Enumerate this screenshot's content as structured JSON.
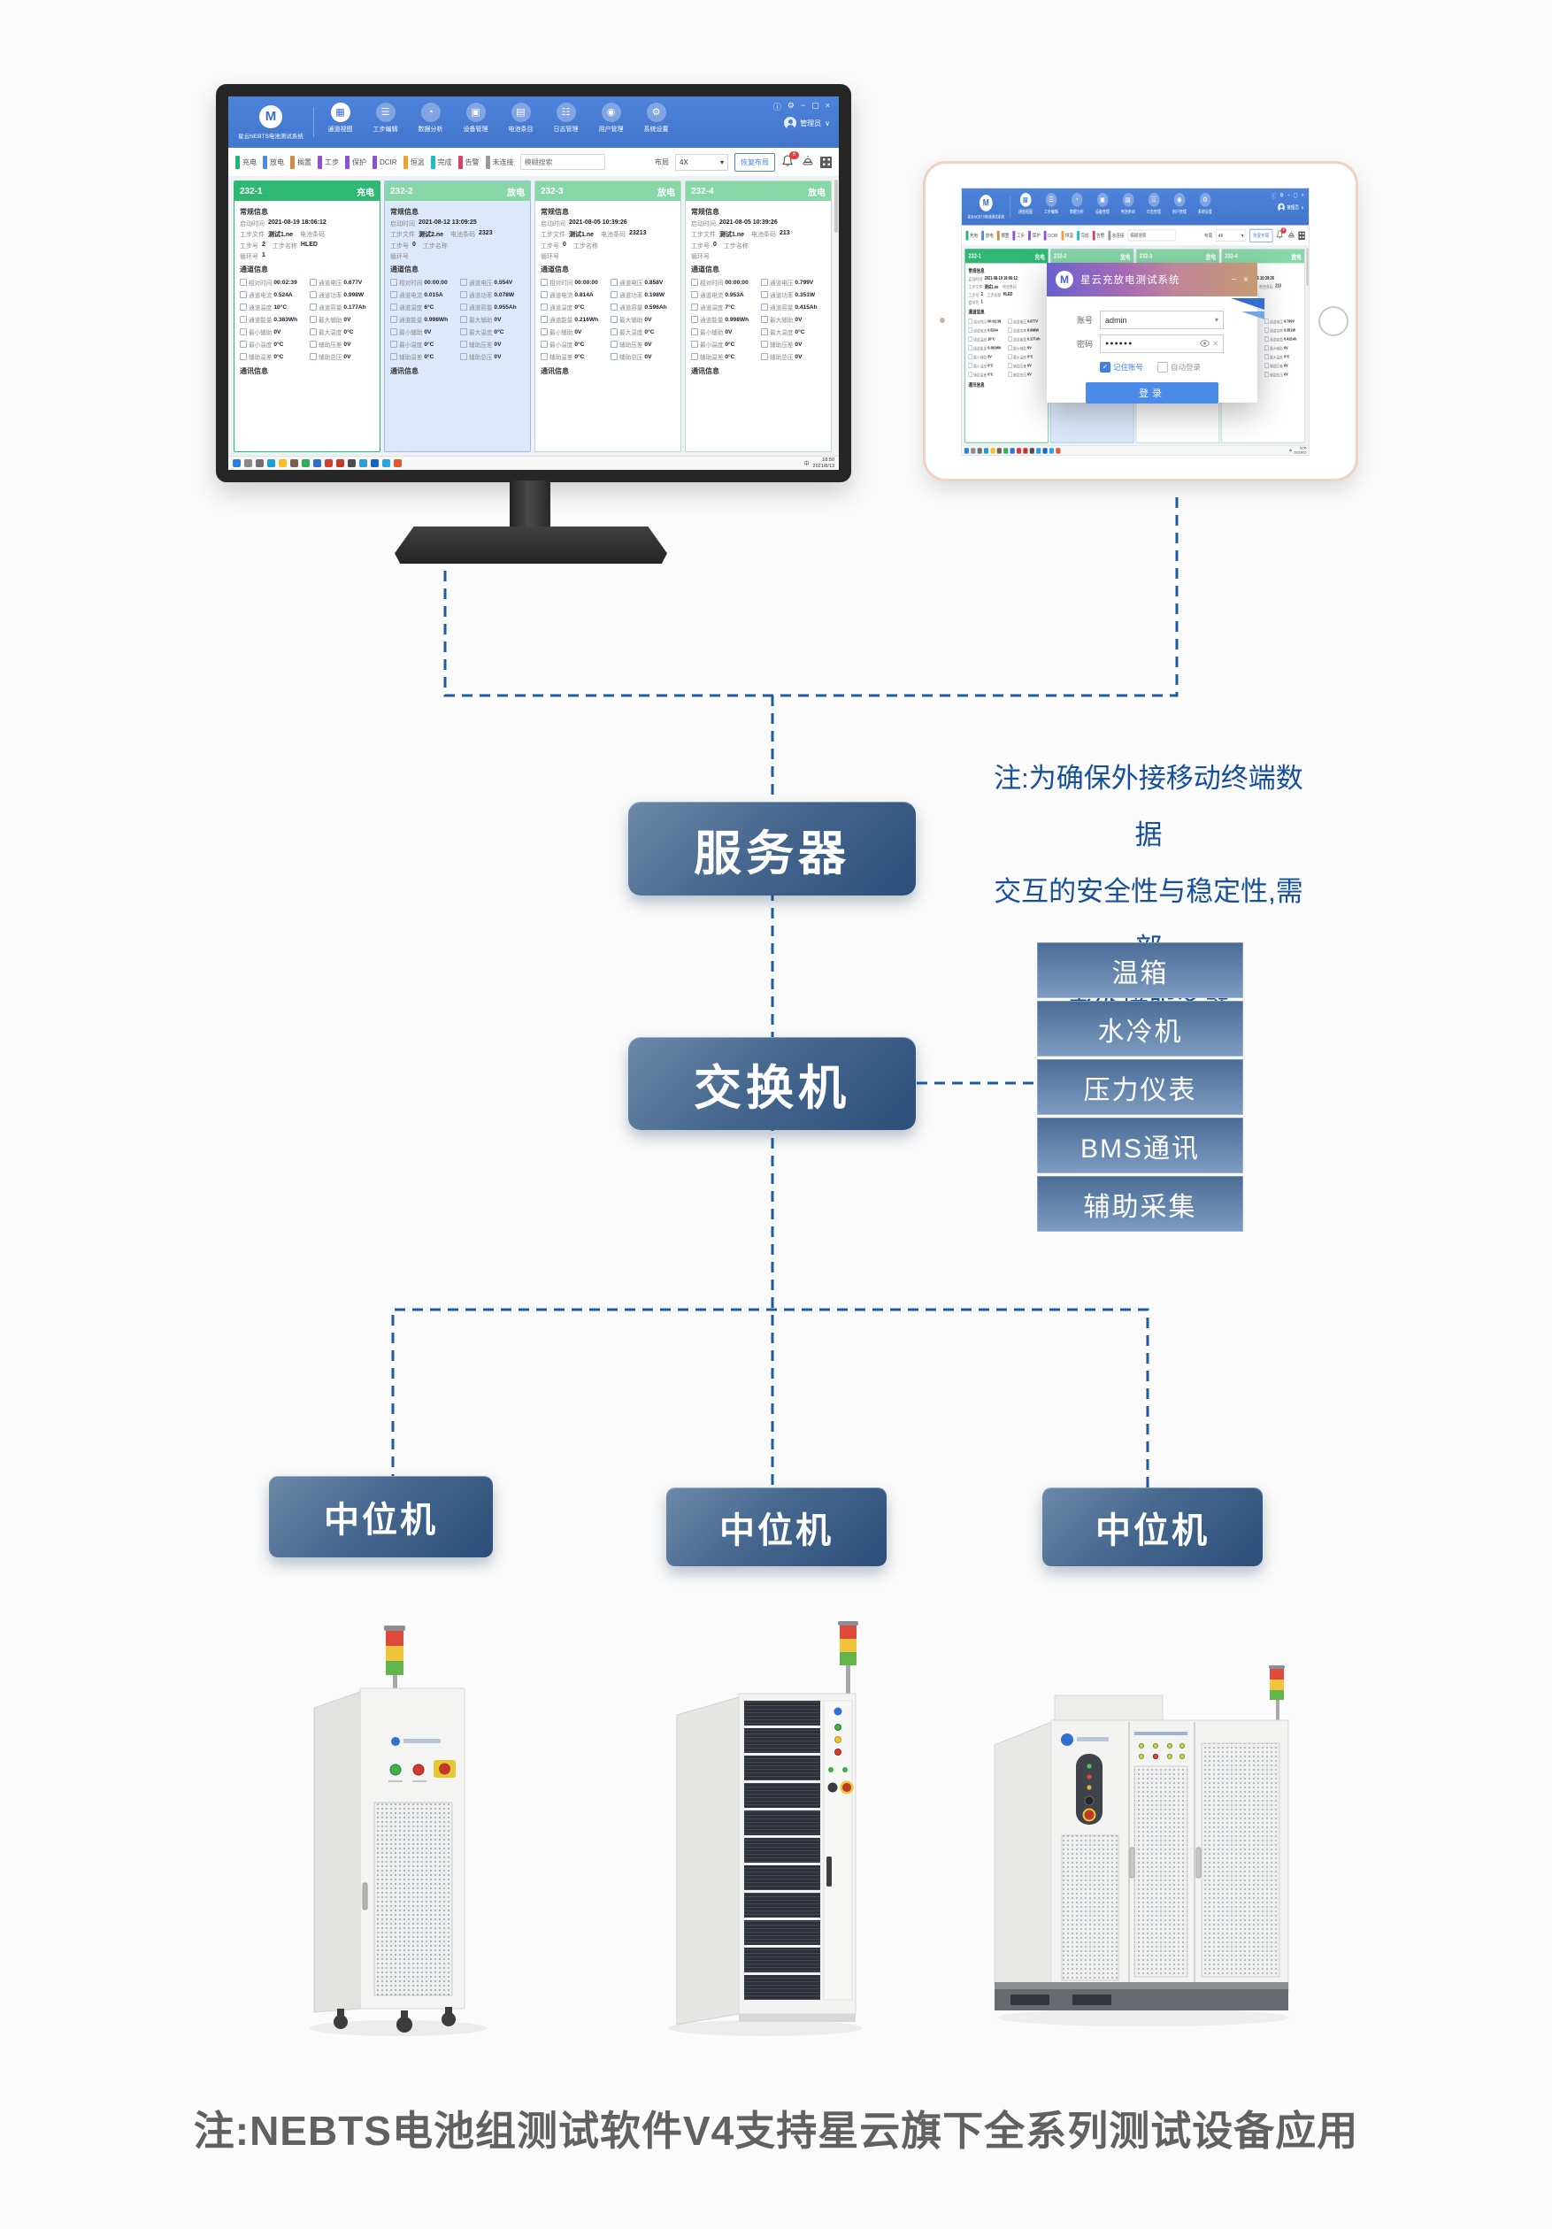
{
  "notes": {
    "server_note_lines": [
      "注:为确保外接移动终端数据",
      "交互的安全性与稳定性,需部",
      "署外接服务器"
    ],
    "bottom_note": "注:NEBTS电池组测试软件V4支持星云旗下全系列测试设备应用"
  },
  "flow": {
    "server": "服务器",
    "switch": "交换机",
    "peripherals": [
      "温箱",
      "水冷机",
      "压力仪表",
      "BMS通讯",
      "辅助采集"
    ],
    "mid_machines": [
      "中位机",
      "中位机",
      "中位机"
    ],
    "connector_color": "#1c5ba6"
  },
  "app": {
    "brand": "星云NEBTS电池测试系统",
    "logo_letter": "M",
    "user": "管理员",
    "window_controls": [
      "info",
      "settings",
      "minimize",
      "maximize",
      "close"
    ],
    "nav": [
      {
        "label": "通道视图",
        "icon": "channel-view",
        "active": true
      },
      {
        "label": "工步编辑",
        "icon": "step-edit"
      },
      {
        "label": "数据分析",
        "icon": "data-analysis"
      },
      {
        "label": "设备管理",
        "icon": "device-manage"
      },
      {
        "label": "电池条目",
        "icon": "battery-entry"
      },
      {
        "label": "日志管理",
        "icon": "log-manage"
      },
      {
        "label": "用户管理",
        "icon": "user-manage"
      },
      {
        "label": "系统设置",
        "icon": "system-settings"
      }
    ],
    "legend": [
      {
        "label": "充电",
        "color": "#22b573"
      },
      {
        "label": "放电",
        "color": "#4f8ae8"
      },
      {
        "label": "搁置",
        "color": "#cf8a3d"
      },
      {
        "label": "工步",
        "color": "#8f4fd6"
      },
      {
        "label": "保护",
        "color": "#8f4fd6"
      },
      {
        "label": "DCIR",
        "color": "#8f4fd6"
      },
      {
        "label": "恒温",
        "color": "#f0a02c"
      },
      {
        "label": "完成",
        "color": "#16bfc9"
      },
      {
        "label": "告警",
        "color": "#d84265"
      },
      {
        "label": "未连接",
        "color": "#9a9a9a"
      }
    ],
    "search_placeholder": "模糊搜索",
    "layout": {
      "label": "布局",
      "value": "4X"
    },
    "reset_button": "恢复布局",
    "bell_badge": "6",
    "card_sections": {
      "general": "常规信息",
      "channel": "通道信息",
      "comm": "通讯信息"
    },
    "cards": [
      {
        "id": "232-1",
        "status": "充电",
        "state": "active",
        "info": [
          [
            "启动时间",
            "2021-08-19 18:06:12",
            "",
            ""
          ],
          [
            "工步文件",
            "测试1.ne",
            "电池条码",
            ""
          ],
          [
            "工步号",
            "2",
            "工步名称",
            "HLED"
          ],
          [
            "循环号",
            "1",
            "",
            ""
          ]
        ],
        "channel": [
          [
            "相对时间",
            "00:02:39",
            "通道电压",
            "0.677V"
          ],
          [
            "通道电流",
            "0.524A",
            "通道功率",
            "0.998W"
          ],
          [
            "通道温度",
            "10°C",
            "通道容量",
            "0.177Ah"
          ],
          [
            "通道能量",
            "0.383Wh",
            "最大辅助",
            "0V"
          ],
          [
            "最小辅助",
            "0V",
            "最大温度",
            "0°C"
          ],
          [
            "最小温度",
            "0°C",
            "辅助压差",
            "0V"
          ],
          [
            "辅助温差",
            "0°C",
            "辅助总压",
            "0V"
          ]
        ]
      },
      {
        "id": "232-2",
        "status": "放电",
        "state": "selected",
        "info": [
          [
            "启动时间",
            "2021-08-12 13:09:25",
            "",
            ""
          ],
          [
            "工步文件",
            "测试2.ne",
            "电池条码",
            "2323"
          ],
          [
            "工步号",
            "0",
            "工步名称",
            ""
          ],
          [
            "循环号",
            "",
            "",
            ""
          ]
        ],
        "channel": [
          [
            "相对时间",
            "00:00:00",
            "通道电压",
            "0.554V"
          ],
          [
            "通道电流",
            "0.015A",
            "通道功率",
            "0.078W"
          ],
          [
            "通道温度",
            "6°C",
            "通道容量",
            "0.955Ah"
          ],
          [
            "通道能量",
            "0.998Wh",
            "最大辅助",
            "0V"
          ],
          [
            "最小辅助",
            "0V",
            "最大温度",
            "0°C"
          ],
          [
            "最小温度",
            "0°C",
            "辅助压差",
            "0V"
          ],
          [
            "辅助温差",
            "0°C",
            "辅助总压",
            "0V"
          ]
        ]
      },
      {
        "id": "232-3",
        "status": "放电",
        "state": "",
        "info": [
          [
            "启动时间",
            "2021-08-05 10:39:26",
            "",
            ""
          ],
          [
            "工步文件",
            "测试1.ne",
            "电池条码",
            "23213"
          ],
          [
            "工步号",
            "0",
            "工步名称",
            ""
          ],
          [
            "循环号",
            "",
            "",
            ""
          ]
        ],
        "channel": [
          [
            "相对时间",
            "00:00:00",
            "通道电压",
            "0.858V"
          ],
          [
            "通道电流",
            "0.814A",
            "通道功率",
            "0.198W"
          ],
          [
            "通道温度",
            "0°C",
            "通道容量",
            "0.596Ah"
          ],
          [
            "通道能量",
            "0.216Wh",
            "最大辅助",
            "0V"
          ],
          [
            "最小辅助",
            "0V",
            "最大温度",
            "0°C"
          ],
          [
            "最小温度",
            "0°C",
            "辅助压差",
            "0V"
          ],
          [
            "辅助温差",
            "0°C",
            "辅助总压",
            "0V"
          ]
        ]
      },
      {
        "id": "232-4",
        "status": "放电",
        "state": "",
        "info": [
          [
            "启动时间",
            "2021-08-05 10:39:26",
            "",
            ""
          ],
          [
            "工步文件",
            "测试1.ne",
            "电池条码",
            "213"
          ],
          [
            "工步号",
            "0",
            "工步名称",
            ""
          ],
          [
            "循环号",
            "",
            "",
            ""
          ]
        ],
        "channel": [
          [
            "相对时间",
            "00:00:00",
            "通道电压",
            "0.799V"
          ],
          [
            "通道电流",
            "0.953A",
            "通道功率",
            "0.351W"
          ],
          [
            "通道温度",
            "7°C",
            "通道容量",
            "0.415Ah"
          ],
          [
            "通道能量",
            "0.998Wh",
            "最大辅助",
            "0V"
          ],
          [
            "最小辅助",
            "0V",
            "最大温度",
            "0°C"
          ],
          [
            "最小温度",
            "0°C",
            "辅助压差",
            "0V"
          ],
          [
            "辅助温差",
            "0°C",
            "辅助总压",
            "0V"
          ]
        ]
      }
    ],
    "taskbar": {
      "icons": [
        "start",
        "search",
        "task-view",
        "edge",
        "folder",
        "store",
        "green-app",
        "cloud-app",
        "g-app",
        "w-app",
        "calc-app",
        "teams-app",
        "o-app",
        "chat-app",
        "color-pen"
      ],
      "lang": "中",
      "time": "18:50",
      "date": "2021/8/13"
    }
  },
  "tablet": {
    "login": {
      "title": "星云充放电测试系统",
      "logo_letter": "M",
      "account_label": "账号",
      "account_value": "admin",
      "password_label": "密码",
      "password_value": "●●●●●●",
      "remember_label": "记住账号",
      "autologin_label": "自动登录",
      "login_button": "登录"
    }
  }
}
